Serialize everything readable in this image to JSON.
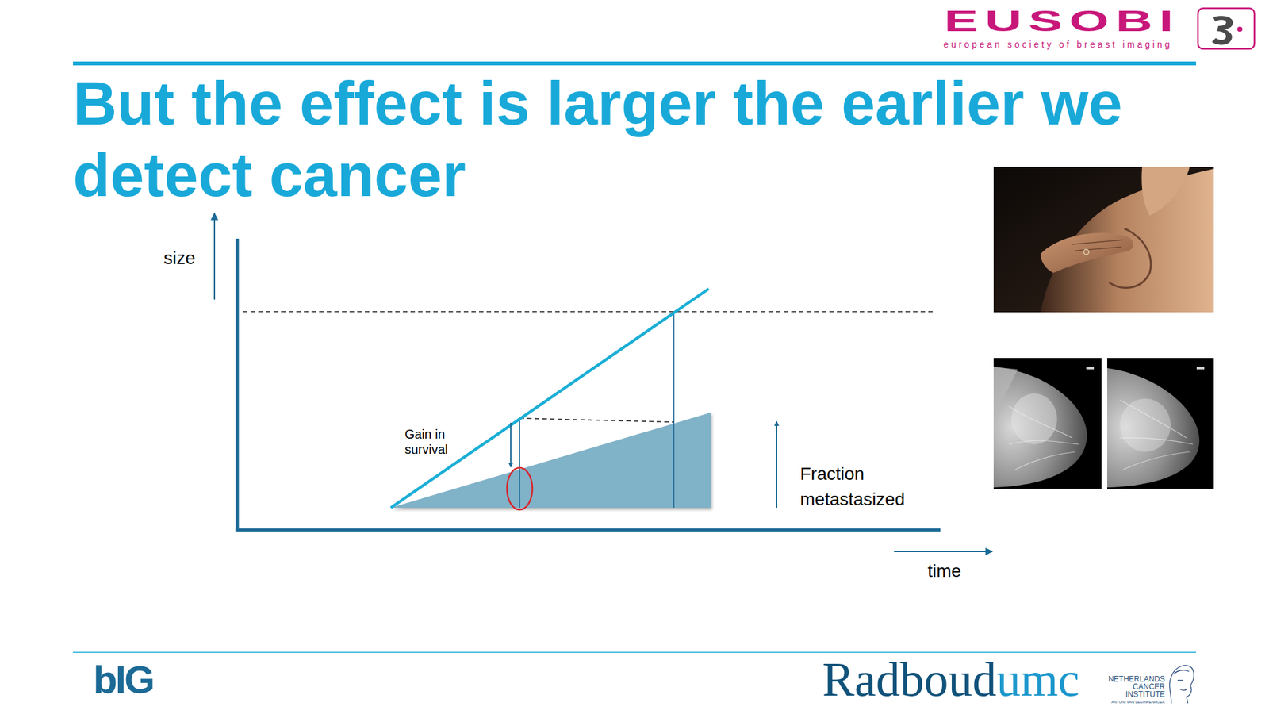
{
  "diagram": {
    "title": "But the effect is larger the earlier we detect cancer",
    "labels": [
      "EUSOBI",
      "european society of breast imaging",
      "size",
      "Gain in survival",
      "Fraction metastasized",
      "time",
      "bIG",
      "Radboud",
      "umc",
      "NETHERLANDS CANCER INSTITUTE",
      "ANTONI VAN LEEUWENHOEK"
    ]
  }
}
